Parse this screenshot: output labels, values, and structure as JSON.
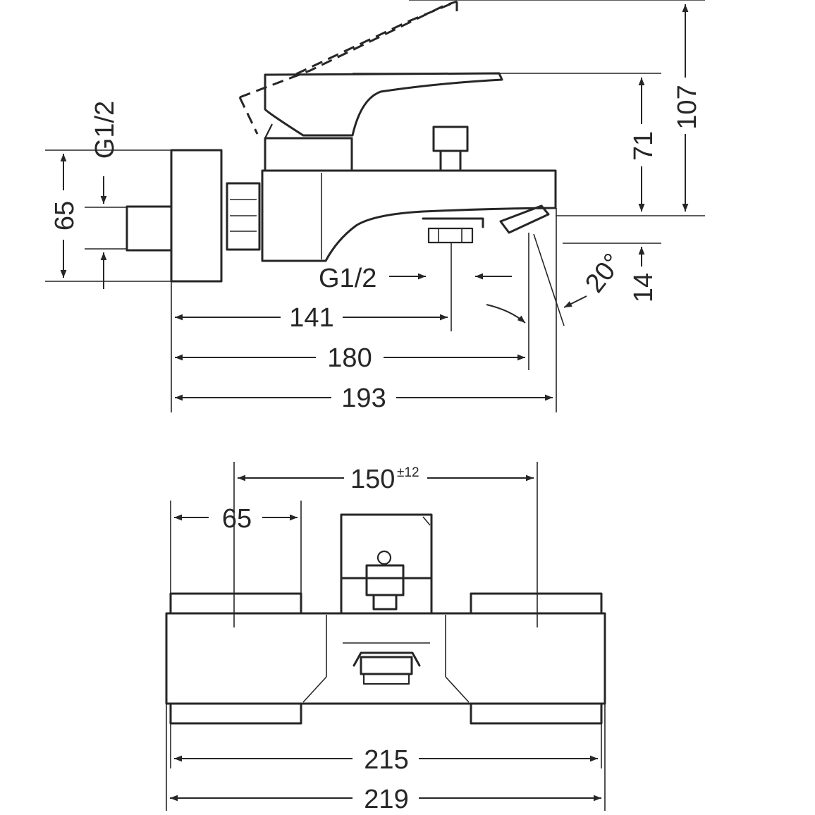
{
  "side_view": {
    "dimensions": {
      "d_107": "107",
      "d_71": "71",
      "d_14": "14",
      "d_65": "65",
      "thread_inlet": "G1/2",
      "thread_outlet": "G1/2",
      "d_141": "141",
      "d_180": "180",
      "d_193": "193",
      "angle_20": "20°"
    }
  },
  "front_view": {
    "dimensions": {
      "d_150": "150",
      "d_150_tol": "±12",
      "d_65": "65",
      "d_215": "215",
      "d_219": "219"
    }
  }
}
